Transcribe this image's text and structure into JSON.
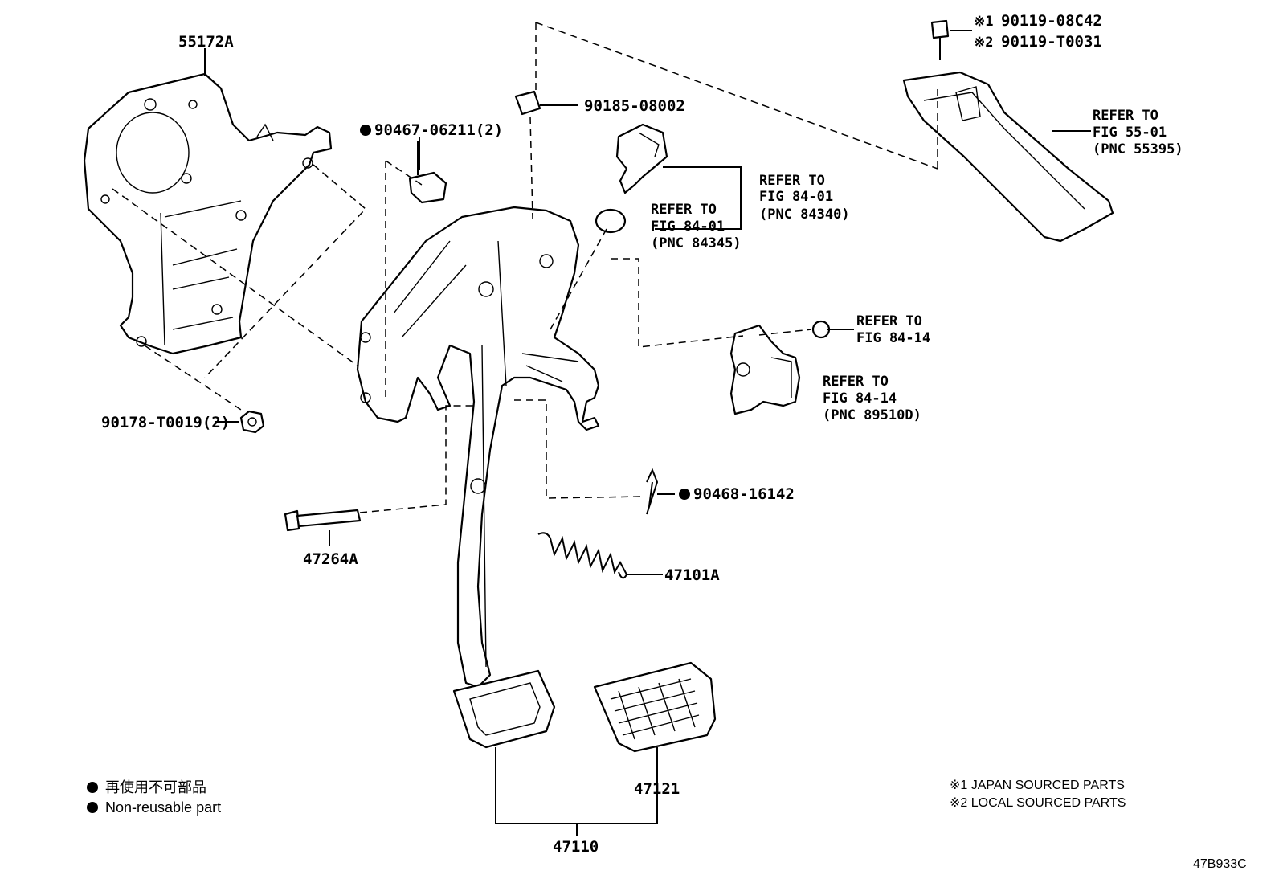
{
  "parts": {
    "bracket": "55172A",
    "clip_nut": "90185-08002",
    "clip_lock": "90467-06211(2)",
    "nut": "90178-T0019(2)",
    "pin": "47264A",
    "cotter": "90468-16142",
    "spring": "47101A",
    "pad": "47121",
    "pedal_assy": "47110",
    "bolt_jp": "90119-08C42",
    "bolt_local": "90119-T0031"
  },
  "bolt_marks": {
    "jp": "※1",
    "local": "※2"
  },
  "refs": {
    "switch": {
      "line1": "REFER TO",
      "line2": "FIG 84-01",
      "line3": "(PNC 84340)"
    },
    "cushion": {
      "line1": "REFER TO",
      "line2": "FIG 84-01",
      "line3": "(PNC 84345)"
    },
    "cover": {
      "line1": "REFER TO",
      "line2": "FIG 55-01",
      "line3": "(PNC 55395)"
    },
    "sensor_nut": {
      "line1": "REFER TO",
      "line2": "FIG 84-14"
    },
    "sensor": {
      "line1": "REFER TO",
      "line2": "FIG 84-14",
      "line3": "(PNC 89510D)"
    }
  },
  "legend": {
    "non_reusable_jp": "再使用不可部品",
    "non_reusable_en": "Non-reusable part",
    "japan": "※1 JAPAN SOURCED PARTS",
    "local": "※2 LOCAL SOURCED PARTS"
  },
  "figure_code": "47B933C"
}
